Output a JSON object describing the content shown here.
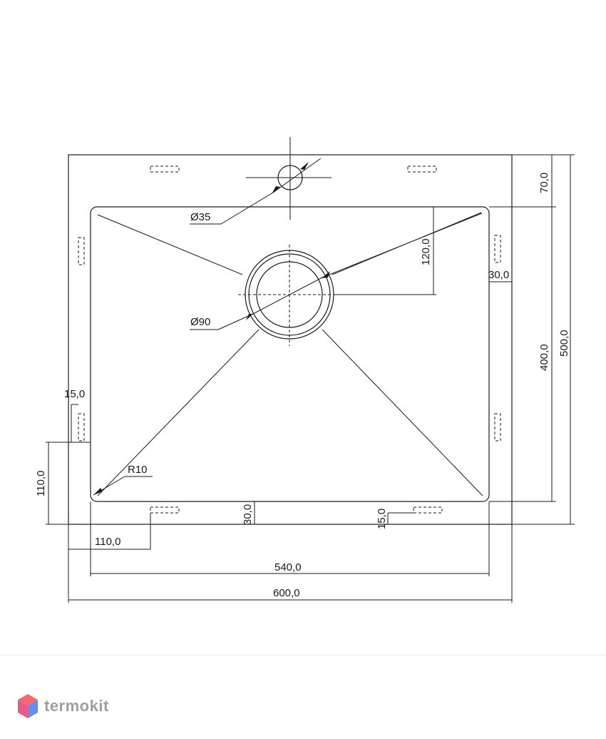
{
  "drawing": {
    "dimensions": {
      "hole_small": "Ø35",
      "hole_drain": "Ø90",
      "radius": "R10",
      "top_band": "70,0",
      "drain_offset": "120,0",
      "side_margin": "30,0",
      "bowl_depth": "400,0",
      "overall_depth": "500,0",
      "clip_small": "15,0",
      "left_clip": "110,0",
      "bottom_clip": "110,0",
      "bottom_margin": "30,0",
      "bottom_small": "15,0",
      "bowl_width": "540,0",
      "overall_width": "600,0"
    }
  },
  "brand": {
    "name": "termokit",
    "colors": {
      "top": "#ef6b6b",
      "left": "#e85a8a",
      "right": "#6a8ee6"
    }
  }
}
